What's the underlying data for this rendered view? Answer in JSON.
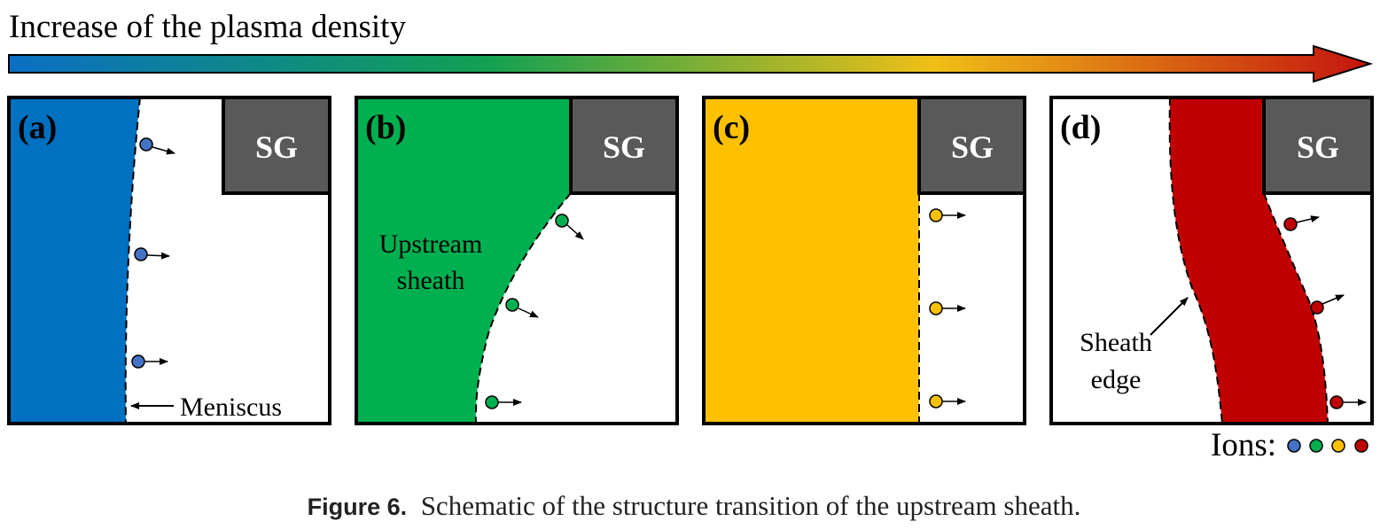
{
  "header": {
    "title": "Increase of the plasma density"
  },
  "colors": {
    "gradient": [
      "#0b6fc4",
      "#13a052",
      "#f0bf17",
      "#c4140f"
    ],
    "panel_a": "#0070c0",
    "panel_b": "#00b050",
    "panel_c": "#ffc000",
    "panel_d": "#c00000",
    "sg_box": "#595959",
    "ion_a": "#4472c4",
    "ion_b": "#00b050",
    "ion_c": "#ffc000",
    "ion_d": "#c00000"
  },
  "panels": [
    {
      "label": "(a)",
      "sg": "SG",
      "annotation": "Meniscus"
    },
    {
      "label": "(b)",
      "sg": "SG",
      "annotation_line1": "Upstream",
      "annotation_line2": "sheath"
    },
    {
      "label": "(c)",
      "sg": "SG"
    },
    {
      "label": "(d)",
      "sg": "SG",
      "annotation_line1": "Sheath",
      "annotation_line2": "edge"
    }
  ],
  "legend": {
    "label": "Ions:",
    "icons": [
      "blue-ion-icon",
      "green-ion-icon",
      "yellow-ion-icon",
      "red-ion-icon"
    ]
  },
  "caption": {
    "label": "Figure 6.",
    "text": "Schematic of the structure transition of the upstream sheath."
  }
}
